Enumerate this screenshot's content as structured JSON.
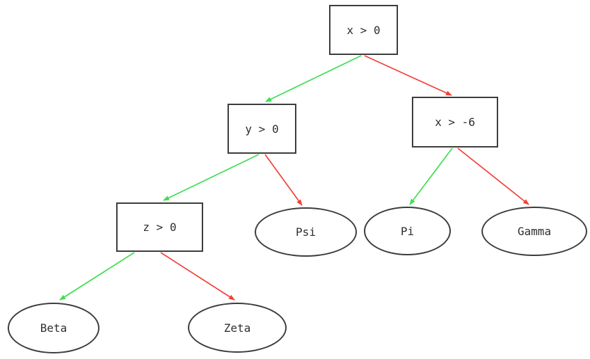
{
  "diagram": {
    "type": "decision-tree",
    "background": "#ffffff",
    "colors": {
      "true_branch": "#3ede51",
      "false_branch": "#f2403a",
      "node_border": "#3c3c3c",
      "node_fill": "#ffffff",
      "text": "#2e2e2e"
    },
    "nodes": [
      {
        "id": "root",
        "label": "x > 0",
        "shape": "box"
      },
      {
        "id": "y0",
        "label": "y > 0",
        "shape": "box"
      },
      {
        "id": "xm6",
        "label": "x > -6",
        "shape": "box"
      },
      {
        "id": "z0",
        "label": "z > 0",
        "shape": "box"
      },
      {
        "id": "psi",
        "label": "Psi",
        "shape": "ellipse"
      },
      {
        "id": "pi",
        "label": "Pi",
        "shape": "ellipse"
      },
      {
        "id": "gamma",
        "label": "Gamma",
        "shape": "ellipse"
      },
      {
        "id": "beta",
        "label": "Beta",
        "shape": "ellipse"
      },
      {
        "id": "zeta",
        "label": "Zeta",
        "shape": "ellipse"
      }
    ],
    "edges": [
      {
        "from": "root",
        "to": "y0",
        "branch": "green"
      },
      {
        "from": "root",
        "to": "xm6",
        "branch": "red"
      },
      {
        "from": "y0",
        "to": "z0",
        "branch": "green"
      },
      {
        "from": "y0",
        "to": "psi",
        "branch": "red"
      },
      {
        "from": "xm6",
        "to": "pi",
        "branch": "green"
      },
      {
        "from": "xm6",
        "to": "gamma",
        "branch": "red"
      },
      {
        "from": "z0",
        "to": "beta",
        "branch": "green"
      },
      {
        "from": "z0",
        "to": "zeta",
        "branch": "red"
      }
    ]
  }
}
